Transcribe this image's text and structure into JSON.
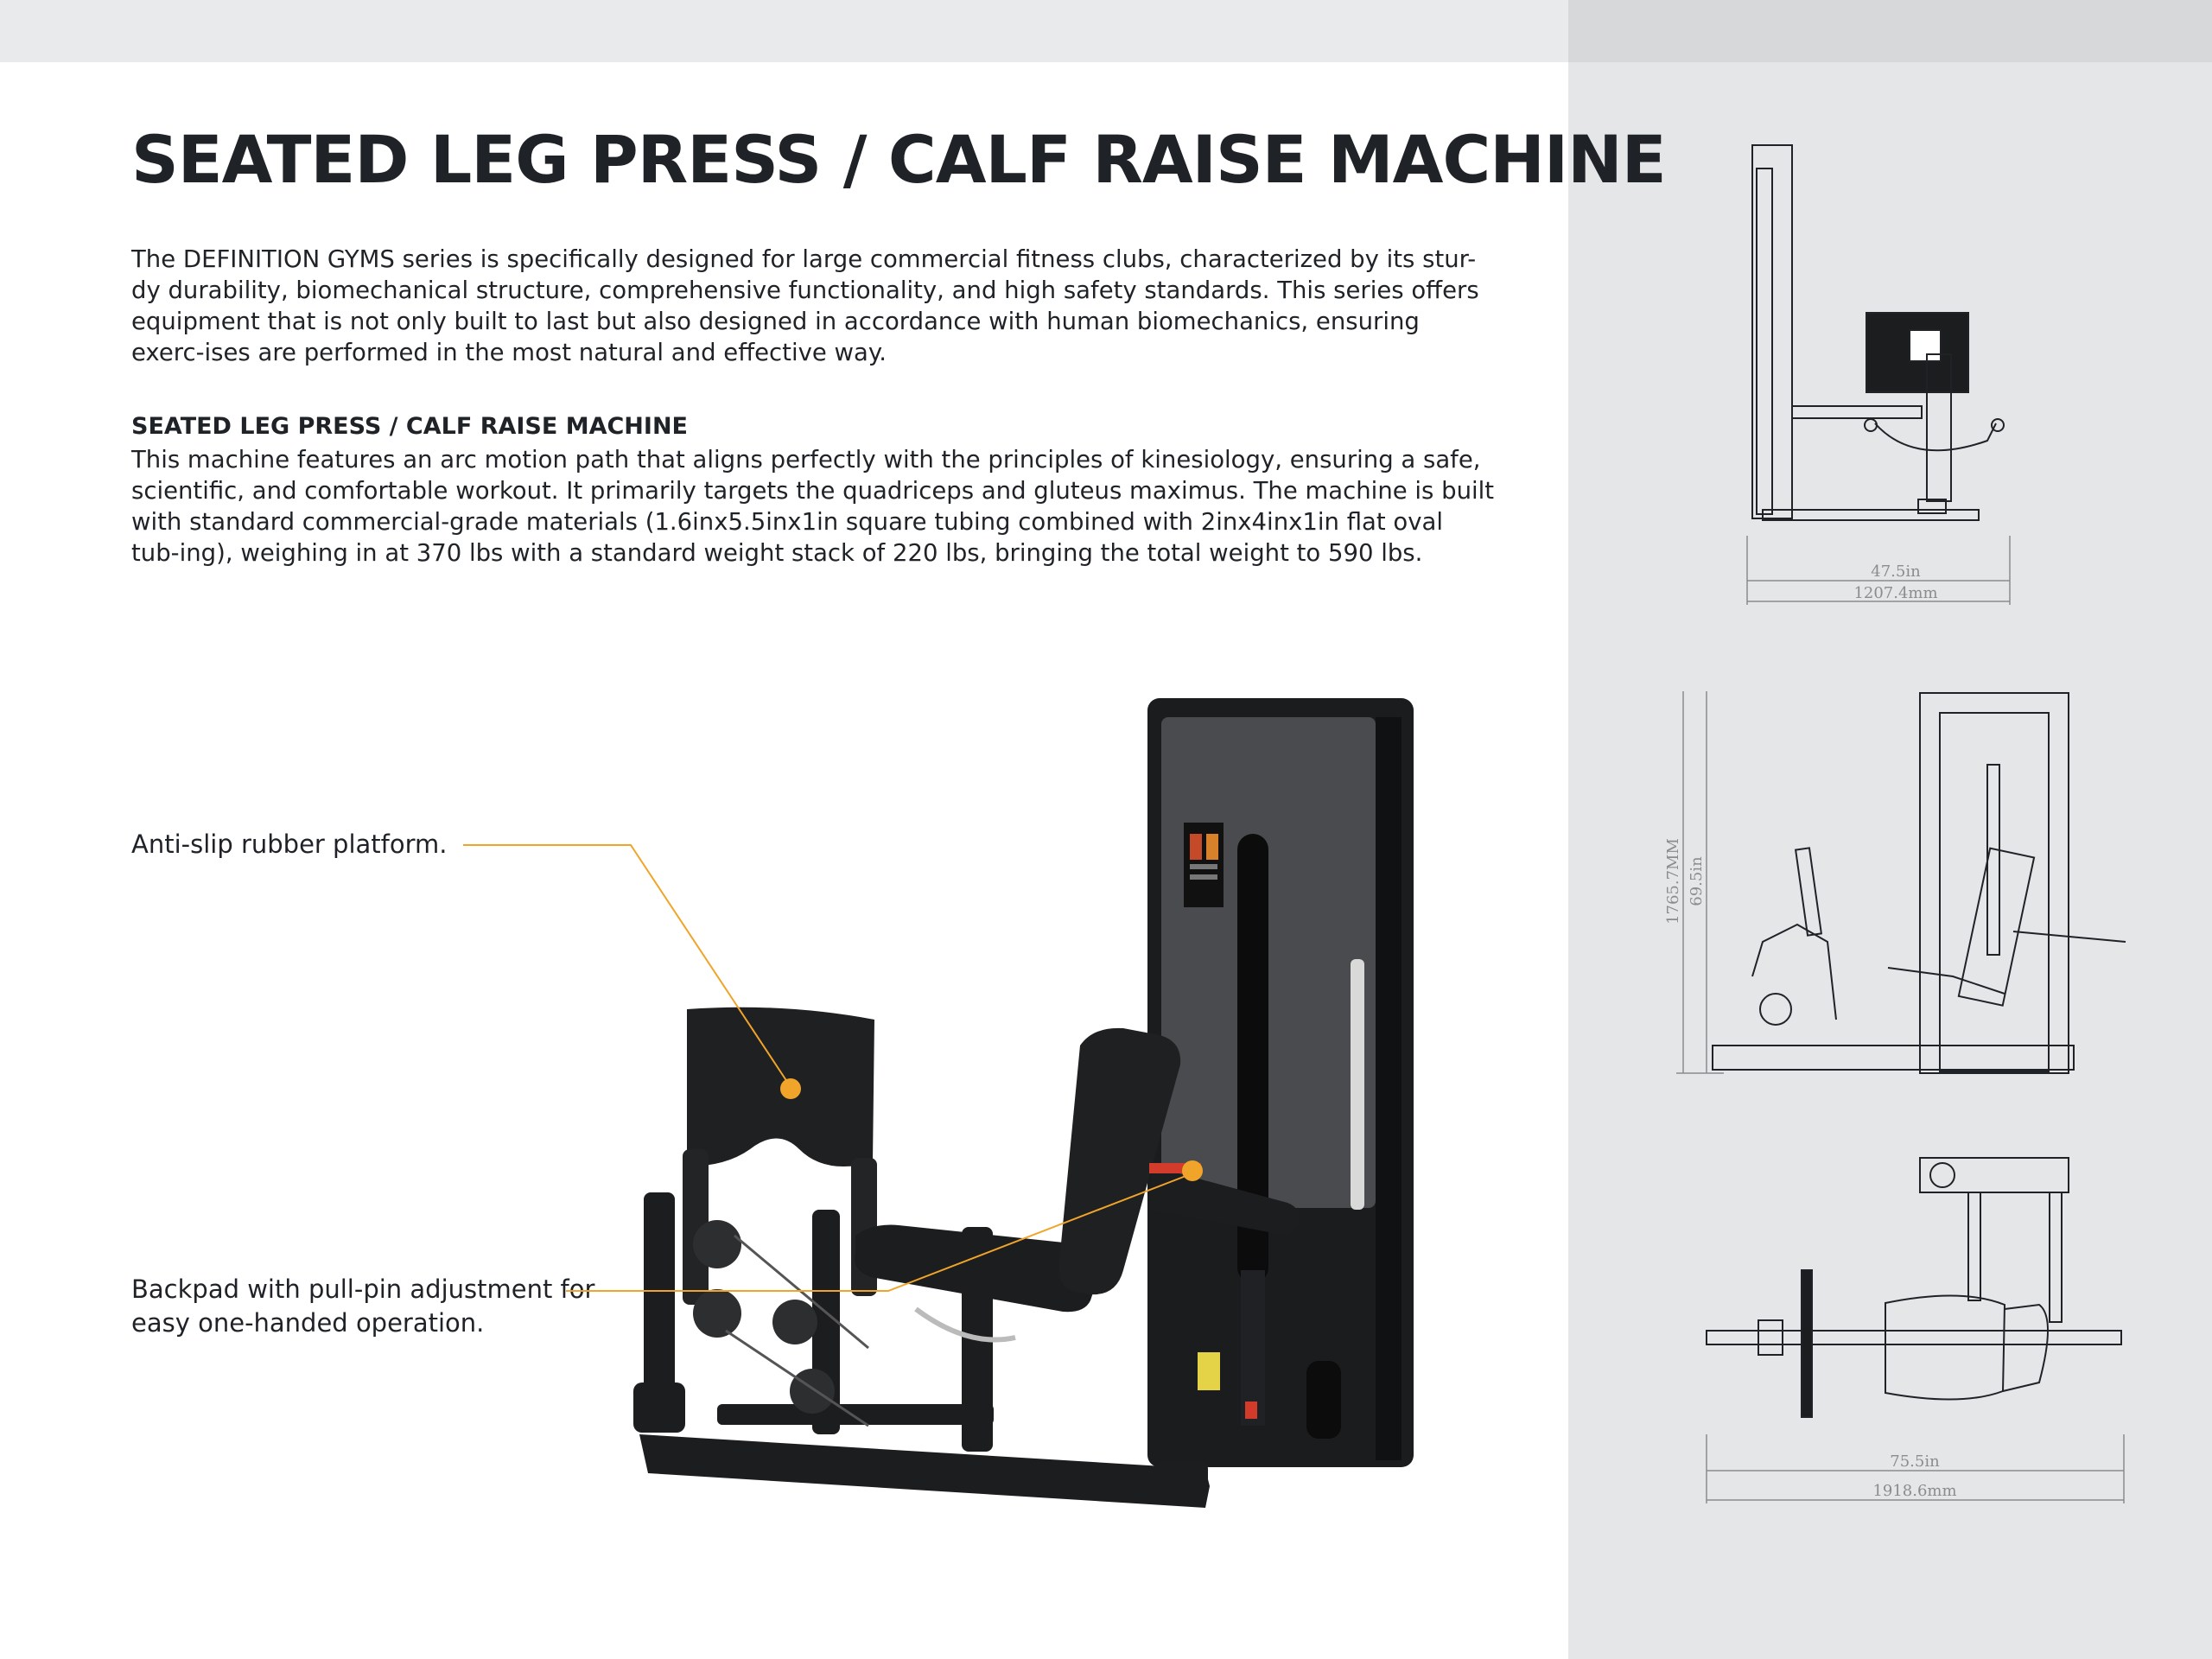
{
  "title": "SEATED LEG PRESS / CALF RAISE MACHINE",
  "intro": "The DEFINITION GYMS series is specifically designed for large commercial fitness clubs, characterized by its stur-dy durability, biomechanical structure, comprehensive functionality, and high safety standards. This series offers equipment that is not only built to last but also designed in accordance with human biomechanics, ensuring exerc-ises are performed in the most natural and effective way.",
  "section": {
    "heading": "SEATED LEG PRESS / CALF RAISE MACHINE",
    "body": "This machine features an arc motion path that aligns perfectly with the principles of kinesiology, ensuring a safe, scientific, and comfortable workout. It primarily targets the quadriceps and gluteus maximus. The machine is built with standard commercial-grade materials (1.6inx5.5inx1in square tubing combined with 2inx4inx1in flat oval tub-ing), weighing in at 370 lbs with a standard weight stack of 220 lbs, bringing the total weight to 590 lbs."
  },
  "callouts": {
    "platform": "Anti-slip rubber platform.",
    "backpad": "Backpad with pull-pin adjustment for easy one-handed operation."
  },
  "dimensions": {
    "depth_in": "47.5in",
    "depth_mm": "1207.4mm",
    "height_mm": "1765.7MM",
    "height_in": "69.5in",
    "length_in": "75.5in",
    "length_mm": "1918.6mm"
  },
  "colors": {
    "accent": "#f0a52a",
    "frame": "#1c1d1f",
    "panel": "#e5e6e8"
  }
}
